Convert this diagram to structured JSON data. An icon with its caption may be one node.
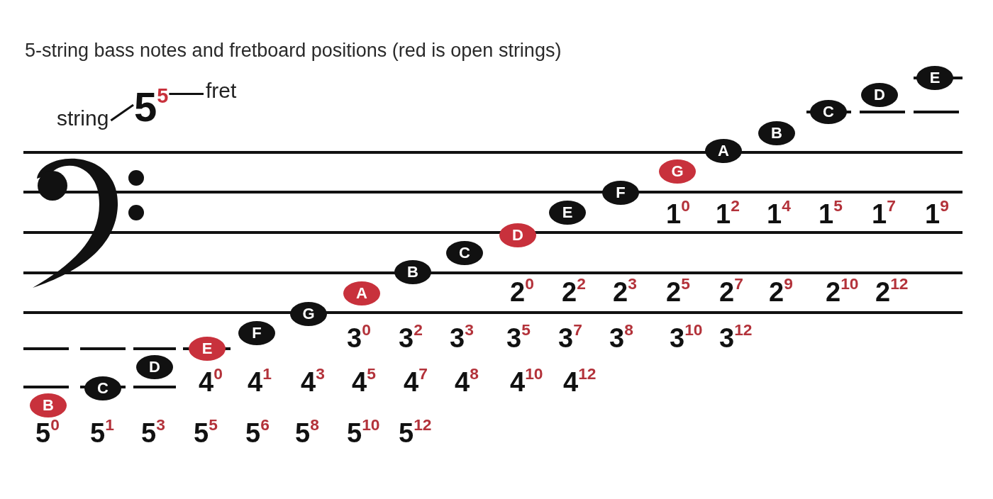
{
  "diagram": {
    "title": "5-string bass notes and fretboard positions (red is open strings)",
    "nodes": [
      {
        "text": [
          "string"
        ]
      },
      {
        "text": [
          "fret"
        ]
      },
      {
        "text": [
          "5$^{5}$"
        ]
      },
      {
        "text": [
          "B"
        ]
      },
      {
        "text": [
          "C"
        ]
      },
      {
        "text": [
          "D"
        ]
      },
      {
        "text": [
          "E"
        ]
      },
      {
        "text": [
          "F"
        ]
      },
      {
        "text": [
          "G"
        ]
      },
      {
        "text": [
          "A"
        ]
      },
      {
        "text": [
          "B"
        ]
      },
      {
        "text": [
          "C"
        ]
      },
      {
        "text": [
          "D"
        ]
      },
      {
        "text": [
          "E"
        ]
      },
      {
        "text": [
          "F"
        ]
      },
      {
        "text": [
          "G"
        ]
      },
      {
        "text": [
          "A"
        ]
      },
      {
        "text": [
          "B"
        ]
      },
      {
        "text": [
          "C"
        ]
      },
      {
        "text": [
          "D"
        ]
      },
      {
        "text": [
          "E"
        ]
      }
    ],
    "edges": [
      {
        "from": 0,
        "to": 2,
        "arrow": "none"
      },
      {
        "from": 1,
        "to": 2,
        "arrow": "none"
      }
    ],
    "labels": [
      "1$^{0}$",
      "1$^{2}$",
      "1$^{4}$",
      "1$^{5}$",
      "1$^{7}$",
      "1$^{9}$",
      "2$^{0}$",
      "2$^{2}$",
      "2$^{3}$",
      "2$^{5}$",
      "2$^{7}$",
      "2$^{9}$",
      "2$^{10}$",
      "2$^{12}$",
      "3$^{0}$",
      "3$^{2}$",
      "3$^{3}$",
      "3$^{5}$",
      "3$^{7}$",
      "3$^{8}$",
      "3$^{10}$",
      "3$^{12}$",
      "4$^{0}$",
      "4$^{1}$",
      "4$^{3}$",
      "4$^{5}$",
      "4$^{7}$",
      "4$^{8}$",
      "4$^{10}$",
      "4$^{12}$",
      "5$^{0}$",
      "5$^{1}$",
      "5$^{3}$",
      "5$^{5}$",
      "5$^{6}$",
      "5$^{8}$",
      "5$^{10}$",
      "5$^{12}$"
    ]
  }
}
